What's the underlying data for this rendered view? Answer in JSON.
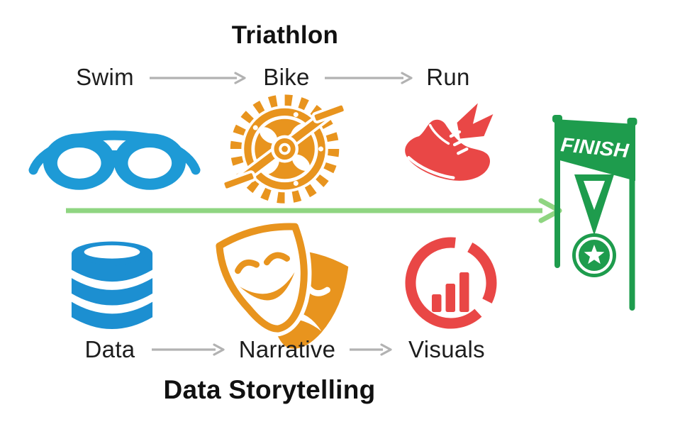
{
  "diagram": {
    "top": {
      "title": "Triathlon",
      "steps": [
        {
          "label": "Swim",
          "icon": "swim-goggles-icon",
          "color": "#1E9AD6"
        },
        {
          "label": "Bike",
          "icon": "bike-gear-icon",
          "color": "#E8941E"
        },
        {
          "label": "Run",
          "icon": "running-shoe-icon",
          "color": "#E94746"
        }
      ]
    },
    "bottom": {
      "title": "Data Storytelling",
      "steps": [
        {
          "label": "Data",
          "icon": "database-icon",
          "color": "#1C8FD1"
        },
        {
          "label": "Narrative",
          "icon": "theater-masks-icon",
          "color": "#E8941E"
        },
        {
          "label": "Visuals",
          "icon": "donut-chart-icon",
          "color": "#E94746"
        }
      ]
    },
    "finish": {
      "label": "FINISH",
      "icon": "finish-banner-medal-icon",
      "color": "#1E9C4D"
    },
    "arrows": {
      "step_arrow_color": "#B2B2B2",
      "progress_arrow_color": "#8FD581"
    }
  }
}
